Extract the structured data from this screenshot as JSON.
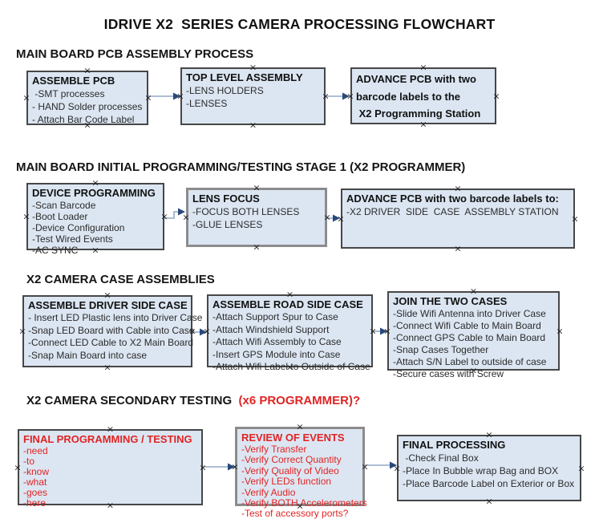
{
  "title": "IDRIVE X2  SERIES CAMERA PROCESSING FLOWCHART",
  "colors": {
    "box_fill": "#dce6f2",
    "box_border": "#474747",
    "box_border_gray": "#8c8c8c",
    "red": "#e02424",
    "arrow_line": "#92aac7",
    "arrow_head": "#27497c"
  },
  "sections": [
    {
      "label": "MAIN BOARD PCB ASSEMBLY PROCESS"
    },
    {
      "label": "MAIN BOARD INITIAL PROGRAMMING/TESTING STAGE 1 (X2 PROGRAMMER)"
    },
    {
      "label": "X2 CAMERA CASE ASSEMBLIES"
    },
    {
      "label": "X2 CAMERA SECONDARY TESTING",
      "label_red": "  (x6 PROGRAMMER)?"
    }
  ],
  "boxes": [
    {
      "id": "assemble-pcb",
      "title_lines": [
        "ASSEMBLE PCB"
      ],
      "items": [
        " -SMT processes",
        "- HAND Solder processes",
        "- Attach Bar Code Label"
      ]
    },
    {
      "id": "top-level-assembly",
      "title_lines": [
        "TOP LEVEL ASSEMBLY"
      ],
      "items": [
        "-LENS HOLDERS",
        "-LENSES"
      ]
    },
    {
      "id": "advance-pcb-to-programming-station",
      "title_lines": [
        "ADVANCE PCB with two",
        "barcode labels to the",
        " X2 Programming Station"
      ],
      "items": []
    },
    {
      "id": "device-programming",
      "title_lines": [
        "DEVICE PROGRAMMING"
      ],
      "items": [
        "-Scan Barcode",
        "-Boot Loader",
        "-Device Configuration",
        "-Test Wired Events",
        "-AC SYNC"
      ]
    },
    {
      "id": "lens-focus",
      "title_lines": [
        "LENS FOCUS"
      ],
      "items": [
        "-FOCUS BOTH LENSES",
        "-GLUE LENSES"
      ]
    },
    {
      "id": "advance-pcb-to-driver-side-station",
      "title_lines": [
        "ADVANCE PCB with two barcode labels to:"
      ],
      "items": [
        "-X2 DRIVER  SIDE  CASE  ASSEMBLY STATION"
      ]
    },
    {
      "id": "assemble-driver-side-case",
      "title_lines": [
        "ASSEMBLE DRIVER SIDE CASE"
      ],
      "items": [
        "- Insert LED Plastic lens into Driver Case",
        "-Snap LED Board with Cable into Case",
        "-Connect LED Cable to X2 Main Board",
        "-Snap Main Board into case"
      ]
    },
    {
      "id": "assemble-road-side-case",
      "title_lines": [
        "ASSEMBLE ROAD SIDE CASE"
      ],
      "items": [
        "-Attach Support Spur to Case",
        "-Attach Windshield Support",
        "-Attach Wifi Assembly to Case",
        "-Insert GPS Module into Case",
        "-Attach Wifi Label to Outside of Case"
      ]
    },
    {
      "id": "join-the-two-cases",
      "title_lines": [
        "JOIN THE TWO CASES"
      ],
      "items": [
        "-Slide Wifi Antenna into Driver Case",
        "-Connect Wifi Cable to Main Board",
        "-Connect GPS Cable to Main Board",
        "-Snap Cases Together",
        "-Attach S/N Label to outside of case",
        "-Secure cases with Screw"
      ]
    },
    {
      "id": "final-programming-testing",
      "title_lines": [
        "FINAL PROGRAMMING / TESTING"
      ],
      "items": [
        "-need",
        "-to",
        "-know",
        "-what",
        "-goes",
        "-here"
      ]
    },
    {
      "id": "review-of-events",
      "title_lines": [
        "REVIEW OF EVENTS"
      ],
      "items": [
        "-Verify Transfer",
        "-Verify Correct Quantity",
        "-Verify Quality of Video",
        "-Verify LEDs function",
        "-Verify Audio",
        "-Verify BOTH Accelerometers",
        "-Test of accessory ports?"
      ]
    },
    {
      "id": "final-processing",
      "title_lines": [
        "FINAL PROCESSING"
      ],
      "items": [
        " -Check Final Box",
        "-Place In Bubble wrap Bag and BOX",
        "-Place Barcode Label on Exterior or Box"
      ]
    }
  ],
  "connections": [
    {
      "from": "assemble-pcb",
      "to": "top-level-assembly"
    },
    {
      "from": "top-level-assembly",
      "to": "advance-pcb-to-programming-station"
    },
    {
      "from": "device-programming",
      "to": "lens-focus"
    },
    {
      "from": "lens-focus",
      "to": "advance-pcb-to-driver-side-station"
    },
    {
      "from": "assemble-driver-side-case",
      "to": "assemble-road-side-case"
    },
    {
      "from": "assemble-road-side-case",
      "to": "join-the-two-cases"
    },
    {
      "from": "final-programming-testing",
      "to": "review-of-events"
    },
    {
      "from": "review-of-events",
      "to": "final-processing"
    }
  ]
}
